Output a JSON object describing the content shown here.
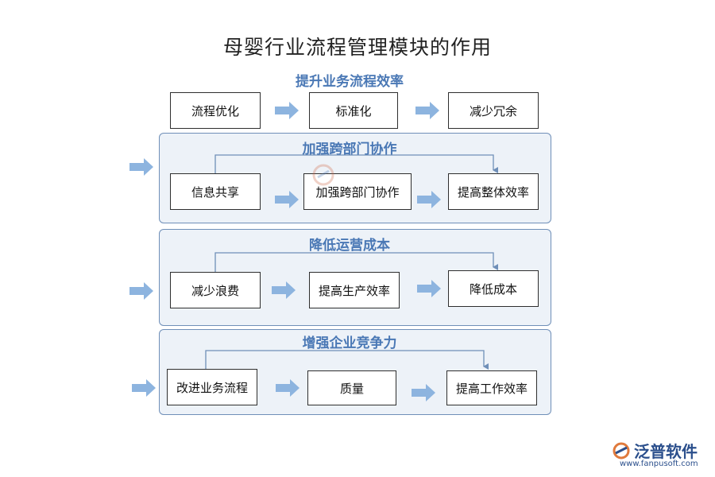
{
  "title": "母婴行业流程管理模块的作用",
  "sections": [
    {
      "title": "提升业务流程效率",
      "boxes": [
        "流程优化",
        "标准化",
        "减少冗余"
      ]
    },
    {
      "title": "加强跨部门协作",
      "boxes": [
        "信息共享",
        "加强跨部门协作",
        "提高整体效率"
      ]
    },
    {
      "title": "降低运营成本",
      "boxes": [
        "减少浪费",
        "提高生产效率",
        "降低成本"
      ]
    },
    {
      "title": "增强企业竞争力",
      "boxes": [
        "改进业务流程",
        "质量",
        "提高工作效率"
      ]
    }
  ],
  "logo": {
    "name": "泛普软件",
    "url": "www.fanpusoft.com"
  },
  "colors": {
    "accent": "#4a78b5",
    "arrow": "#8db4df",
    "panel_bg": "#edf2f8",
    "panel_border": "#6f8fb8"
  }
}
